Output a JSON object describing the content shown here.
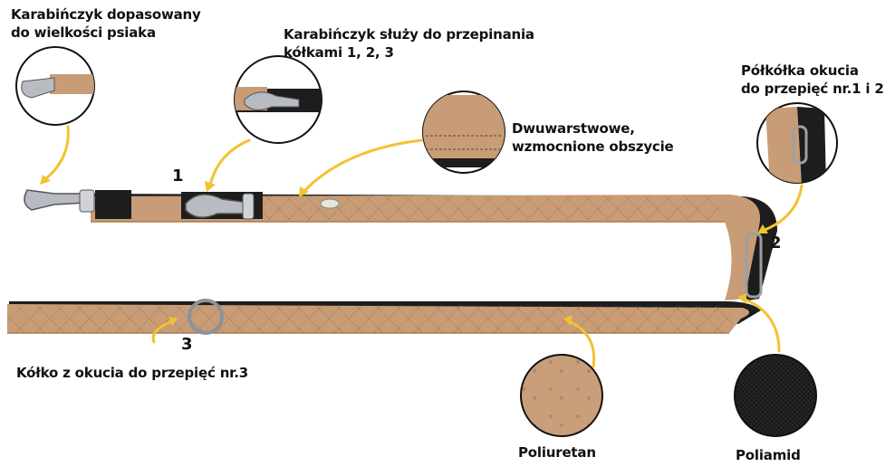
{
  "colors": {
    "leather": "#c89c76",
    "leather_dark": "#a8794f",
    "stitch": "#9a6e49",
    "nylon": "#1a1a1a",
    "metal": "#b8bcc2",
    "arrow": "#f2c230",
    "circle_border": "#111111"
  },
  "labels": {
    "snap_hook_fit": "Karabińczyk dopasowany\ndo wielkości psiaka",
    "snap_hook_rings": "Karabińczyk służy do przepinania\nkółkami 1, 2, 3",
    "d_ring": "Półkółka okucia\ndo przepięć nr.1 i 2",
    "stitching": "Dwuwarstwowe,\nwzmocnione obszycie",
    "o_ring": "Kółko z okucia do przepięć nr.3",
    "polyurethane": "Poliuretan",
    "polyamide": "Poliamid"
  },
  "markers": {
    "one": "1",
    "two": "2",
    "three": "3"
  }
}
